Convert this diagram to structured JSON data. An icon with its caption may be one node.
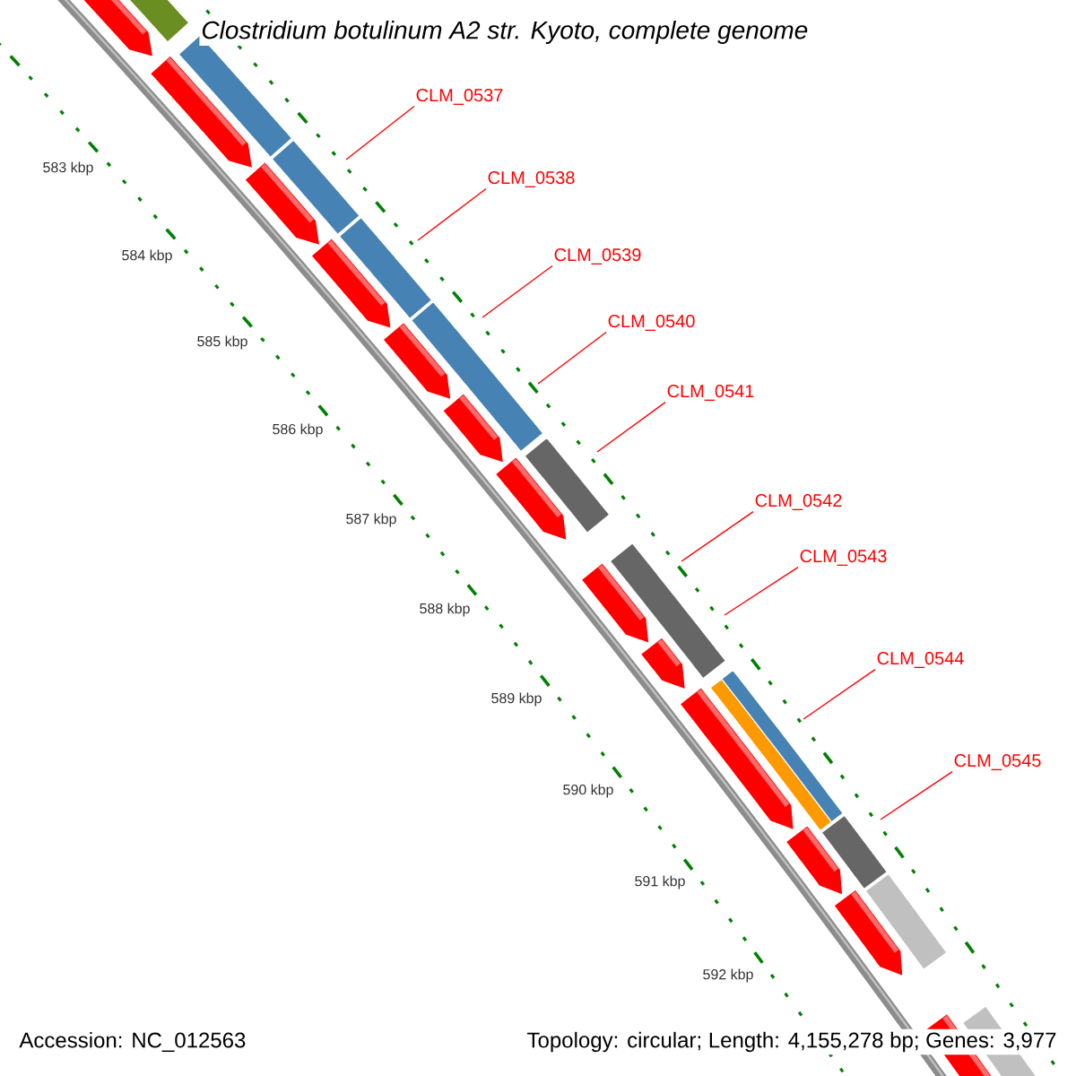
{
  "diagram": {
    "title": "Clostridium botulinum A2 str. Kyoto, complete genome",
    "nodes": [
      {
        "text": [
          "CLM_0537"
        ]
      },
      {
        "text": [
          "CLM_0538"
        ]
      },
      {
        "text": [
          "CLM_0539"
        ]
      },
      {
        "text": [
          "CLM_0540"
        ]
      },
      {
        "text": [
          "CLM_0541"
        ]
      },
      {
        "text": [
          "CLM_0542"
        ]
      },
      {
        "text": [
          "CLM_0543"
        ]
      },
      {
        "text": [
          "CLM_0544"
        ]
      },
      {
        "text": [
          "CLM_0545"
        ]
      }
    ],
    "edges": [
      {
        "from": 0,
        "to": null,
        "arrow": "none"
      },
      {
        "from": 1,
        "to": null,
        "arrow": "none"
      },
      {
        "from": 2,
        "to": null,
        "arrow": "none"
      },
      {
        "from": 3,
        "to": null,
        "arrow": "none"
      },
      {
        "from": 4,
        "to": null,
        "arrow": "none"
      },
      {
        "from": 5,
        "to": null,
        "arrow": "none"
      },
      {
        "from": 6,
        "to": null,
        "arrow": "none"
      },
      {
        "from": 7,
        "to": null,
        "arrow": "none"
      },
      {
        "from": 8,
        "to": null,
        "arrow": "none"
      }
    ],
    "labels": [
      "583 kbp",
      "584 kbp",
      "585 kbp",
      "586 kbp",
      "587 kbp",
      "588 kbp",
      "589 kbp",
      "590 kbp",
      "591 kbp",
      "592 kbp",
      "Accession: NC_012563",
      "Topology: circular; Length: 4,155,278 bp; Genes: 3,977"
    ]
  }
}
